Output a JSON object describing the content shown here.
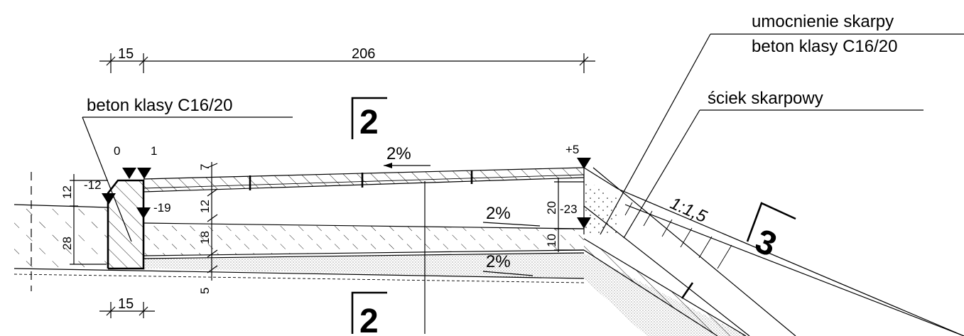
{
  "callouts": {
    "slope_protection_line1": "umocnienie skarpy",
    "slope_protection_line2": "beton klasy C16/20",
    "slope_gutter": "ściek skarpowy",
    "curb_concrete": "beton klasy C16/20"
  },
  "section_marks": {
    "top": "2",
    "bottom": "2",
    "right": "3"
  },
  "dimensions": {
    "curb_width_top": "15",
    "pavement_width": "206",
    "curb_width_bottom": "15",
    "layer_7": "7",
    "layer_12a": "12",
    "layer_18": "18",
    "layer_5": "5",
    "curb_12": "12",
    "curb_28": "28",
    "right_20": "20",
    "right_10": "10"
  },
  "levels": {
    "zero": "0",
    "one": "1",
    "plus5": "+5",
    "minus12": "-12",
    "minus19": "-19",
    "minus23": "-23"
  },
  "slopes": {
    "surface": "2%",
    "base": "2%",
    "subbase": "2%",
    "embankment": "1:1,5"
  }
}
